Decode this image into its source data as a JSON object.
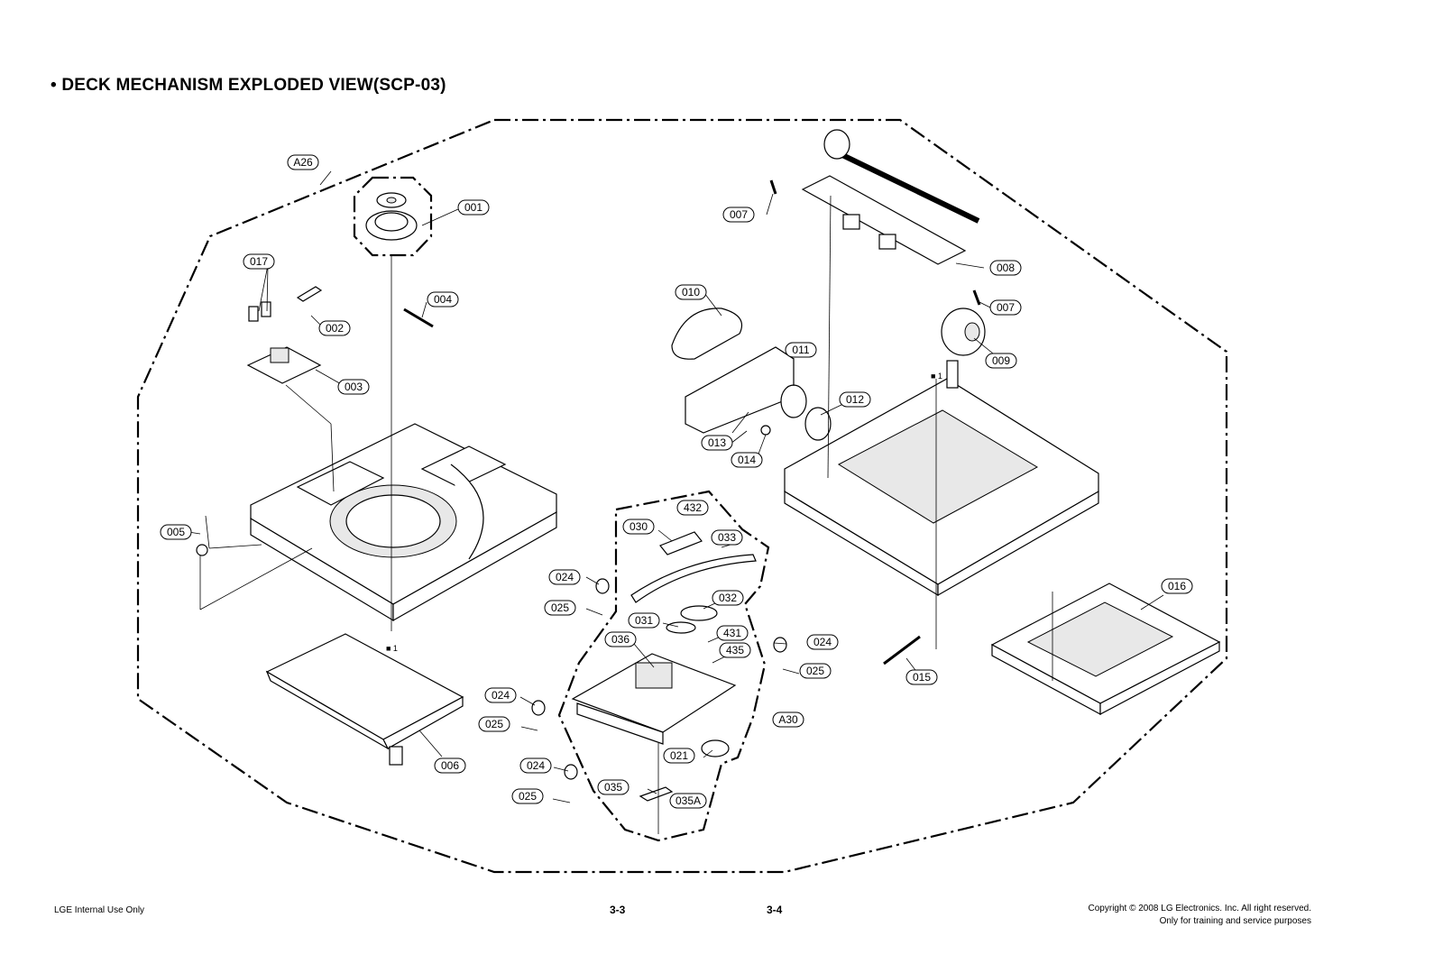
{
  "page": {
    "title": "• DECK MECHANISM EXPLODED VIEW(SCP-03)",
    "footer_left": "LGE Internal Use Only",
    "page_left": "3-3",
    "page_right": "3-4",
    "copyright": "Copyright © 2008 LG Electronics. Inc. All right reserved.",
    "copyright_note": "Only for training and service purposes"
  },
  "callouts": [
    "A26",
    "001",
    "017",
    "004",
    "002",
    "003",
    "005",
    "006",
    "007",
    "008",
    "007",
    "009",
    "010",
    "011",
    "012",
    "013",
    "014",
    "432",
    "030",
    "033",
    "024",
    "025",
    "032",
    "031",
    "431",
    "036",
    "435",
    "024",
    "025",
    "024",
    "025",
    "024",
    "025",
    "021",
    "035",
    "035A",
    "A30",
    "016",
    "015"
  ],
  "markers": [
    "■ 1",
    "■ 1"
  ]
}
